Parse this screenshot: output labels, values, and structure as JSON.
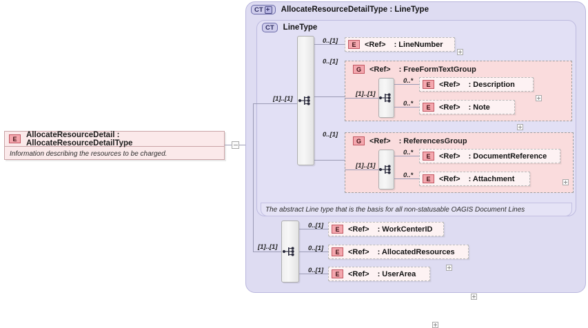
{
  "diagram": {
    "type": "xsd-schema-diagram",
    "colors": {
      "container_fill": "#dedcf2",
      "inner_fill": "#e2e0f5",
      "element_fill": "#fdf2f3",
      "group_fill": "#fadcdd",
      "tag_fill": "#f4a7ae",
      "line": "#9a9ab4"
    }
  },
  "root_element": {
    "tag": "E",
    "name": "AllocateResourceDetail : AllocateResourceDetailType",
    "annotation": "Information describing the resources to be charged."
  },
  "complex_type": {
    "tag": "CT",
    "expander": "plus",
    "title": "AllocateResourceDetailType : LineType"
  },
  "line_type": {
    "tag": "CT",
    "title": "LineType",
    "annotation": "The abstract Line type that is the basis for all non-statusable OAGIS Document Lines",
    "sequence_cardinality": "[1]..[1]",
    "children": [
      {
        "tag": "E",
        "cardinality": "0..[1]",
        "ref": "<Ref>",
        "name": ": LineNumber",
        "expander": "plus"
      },
      {
        "tag": "G",
        "cardinality": "0..[1]",
        "ref": "<Ref>",
        "name": ": FreeFormTextGroup",
        "sequence_cardinality": "[1]..[1]",
        "children": [
          {
            "tag": "E",
            "cardinality": "0..*",
            "ref": "<Ref>",
            "name": ": Description",
            "expander": "plus"
          },
          {
            "tag": "E",
            "cardinality": "0..*",
            "ref": "<Ref>",
            "name": ": Note",
            "expander": "plus"
          }
        ]
      },
      {
        "tag": "G",
        "cardinality": "0..[1]",
        "ref": "<Ref>",
        "name": ": ReferencesGroup",
        "sequence_cardinality": "[1]..[1]",
        "children": [
          {
            "tag": "E",
            "cardinality": "0..*",
            "ref": "<Ref>",
            "name": ": DocumentReference",
            "expander": "plus"
          },
          {
            "tag": "E",
            "cardinality": "0..*",
            "ref": "<Ref>",
            "name": ": Attachment",
            "expander": "plus"
          }
        ]
      }
    ]
  },
  "detail_sequence": {
    "cardinality": "[1]..[1]",
    "children": [
      {
        "tag": "E",
        "cardinality": "0..[1]",
        "ref": "<Ref>",
        "name": ": WorkCenterID",
        "expander": "plus"
      },
      {
        "tag": "E",
        "cardinality": "0..[1]",
        "ref": "<Ref>",
        "name": ": AllocatedResources",
        "expander": "plus"
      },
      {
        "tag": "E",
        "cardinality": "0..[1]",
        "ref": "<Ref>",
        "name": ": UserArea",
        "expander": "plus"
      }
    ]
  }
}
